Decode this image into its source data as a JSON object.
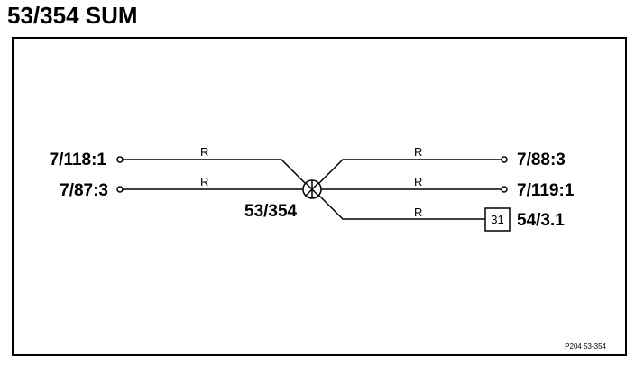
{
  "title": "53/354 SUM",
  "center_node": {
    "label": "53/354"
  },
  "left_terminals": [
    {
      "label": "7/118:1",
      "line_label": "R"
    },
    {
      "label": "7/87:3",
      "line_label": "R"
    }
  ],
  "right_terminals": [
    {
      "label": "7/88:3",
      "line_label": "R"
    },
    {
      "label": "7/119:1",
      "line_label": "R"
    },
    {
      "label": "54/3.1",
      "line_label": "R",
      "box_label": "31"
    }
  ],
  "reference": "P204  53-354"
}
